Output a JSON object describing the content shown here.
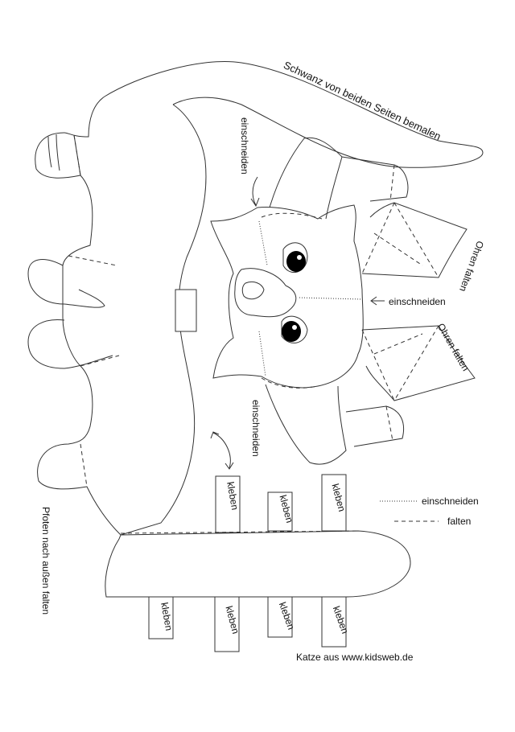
{
  "labels": {
    "tail": "Schwanz von beiden Seiten bemalen",
    "cut_left_top": "einschneiden",
    "cut_right_mid": "einschneiden",
    "cut_left_bottom": "einschneiden",
    "ear_fold_top": "Ohren falten",
    "ear_fold_bottom": "Ohren falten",
    "paws": "Pfoten nach außen falten",
    "credit": "Katze aus www.kidsweb.de"
  },
  "legend": {
    "dotted_label": "einschneiden",
    "dashed_label": "falten"
  },
  "glue_tabs": [
    "kleben",
    "kleben",
    "kleben",
    "kleben",
    "kleben",
    "kleben",
    "kleben"
  ],
  "colors": {
    "line": "#333333",
    "eye": "#000000",
    "paper": "#ffffff"
  }
}
